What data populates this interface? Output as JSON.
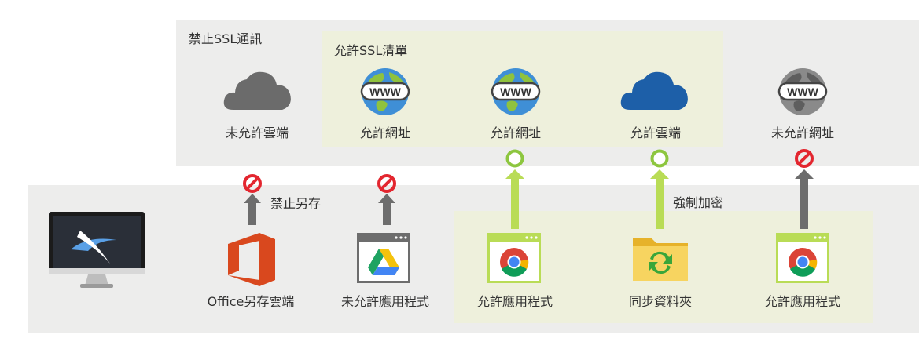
{
  "top_panel": {
    "title": "禁止SSL通訊",
    "items": [
      {
        "label": "未允許雲端",
        "icon": "cloud-icon",
        "color": "#6b6b6b"
      },
      {
        "label": "未允許網址",
        "icon": "globe-www-icon",
        "color": "#6e6e6e"
      }
    ]
  },
  "allow_ssl_panel": {
    "title": "允許SSL清單",
    "items": [
      {
        "label": "允許網址",
        "icon": "globe-www-icon"
      },
      {
        "label": "允許網址",
        "icon": "globe-www-icon"
      },
      {
        "label": "允許雲端",
        "icon": "cloud-icon",
        "color": "#1d5fa8"
      }
    ]
  },
  "bottom_panel": {
    "items": [
      {
        "label": "Office另存雲端",
        "icon": "office-icon",
        "color": "#d9481e"
      },
      {
        "label": "未允許應用程式",
        "icon": "google-drive-window-icon"
      },
      {
        "label": "允許應用程式",
        "icon": "chrome-window-icon"
      },
      {
        "label": "同步資料夾",
        "icon": "sync-folder-icon"
      },
      {
        "label": "允許應用程式",
        "icon": "chrome-window-icon"
      }
    ]
  },
  "annotations": {
    "block_save": "禁止另存",
    "force_encrypt": "強制加密"
  },
  "colors": {
    "blocked": "#e3262f",
    "allowed": "#8dc63f",
    "gray_arrow": "#6d6d6d",
    "green_arrow": "#b9dc56",
    "panel_gray": "#ededec",
    "panel_green": "#eef0dc"
  }
}
